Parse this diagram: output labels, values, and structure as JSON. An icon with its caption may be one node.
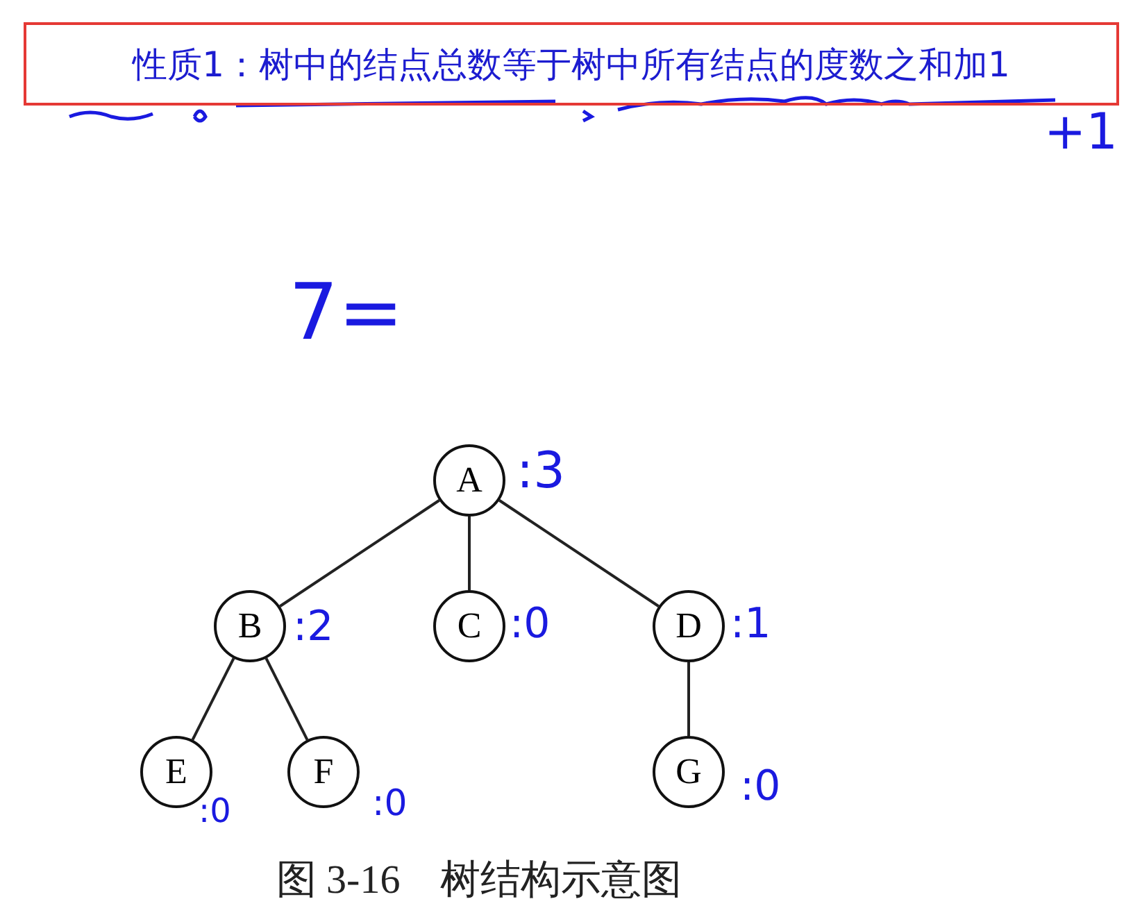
{
  "diagram": {
    "caption": "图 3-16　树结构示意图",
    "nodes": [
      {
        "text": [
          "性质1：树中的结点总数等于树中所有结点的度数之和加1"
        ]
      },
      {
        "text": [
          "A"
        ],
        "beside": [
          ":3"
        ]
      },
      {
        "text": [
          "B"
        ],
        "beside": [
          ":2"
        ]
      },
      {
        "text": [
          "C"
        ],
        "beside": [
          ":0"
        ]
      },
      {
        "text": [
          "D"
        ],
        "beside": [
          ":1"
        ]
      },
      {
        "text": [
          "E"
        ],
        "beside": [
          ":0"
        ]
      },
      {
        "text": [
          "F"
        ],
        "beside": [
          ":0"
        ]
      },
      {
        "text": [
          "G"
        ],
        "beside": [
          ":0"
        ]
      }
    ],
    "edges": [
      {
        "from": 1,
        "to": 2,
        "arrow": "none"
      },
      {
        "from": 1,
        "to": 3,
        "arrow": "none"
      },
      {
        "from": 1,
        "to": 4,
        "arrow": "none"
      },
      {
        "from": 2,
        "to": 5,
        "arrow": "none"
      },
      {
        "from": 2,
        "to": 6,
        "arrow": "none"
      },
      {
        "from": 4,
        "to": 7,
        "arrow": "none"
      }
    ],
    "labels": [
      "7=",
      "+1"
    ]
  }
}
